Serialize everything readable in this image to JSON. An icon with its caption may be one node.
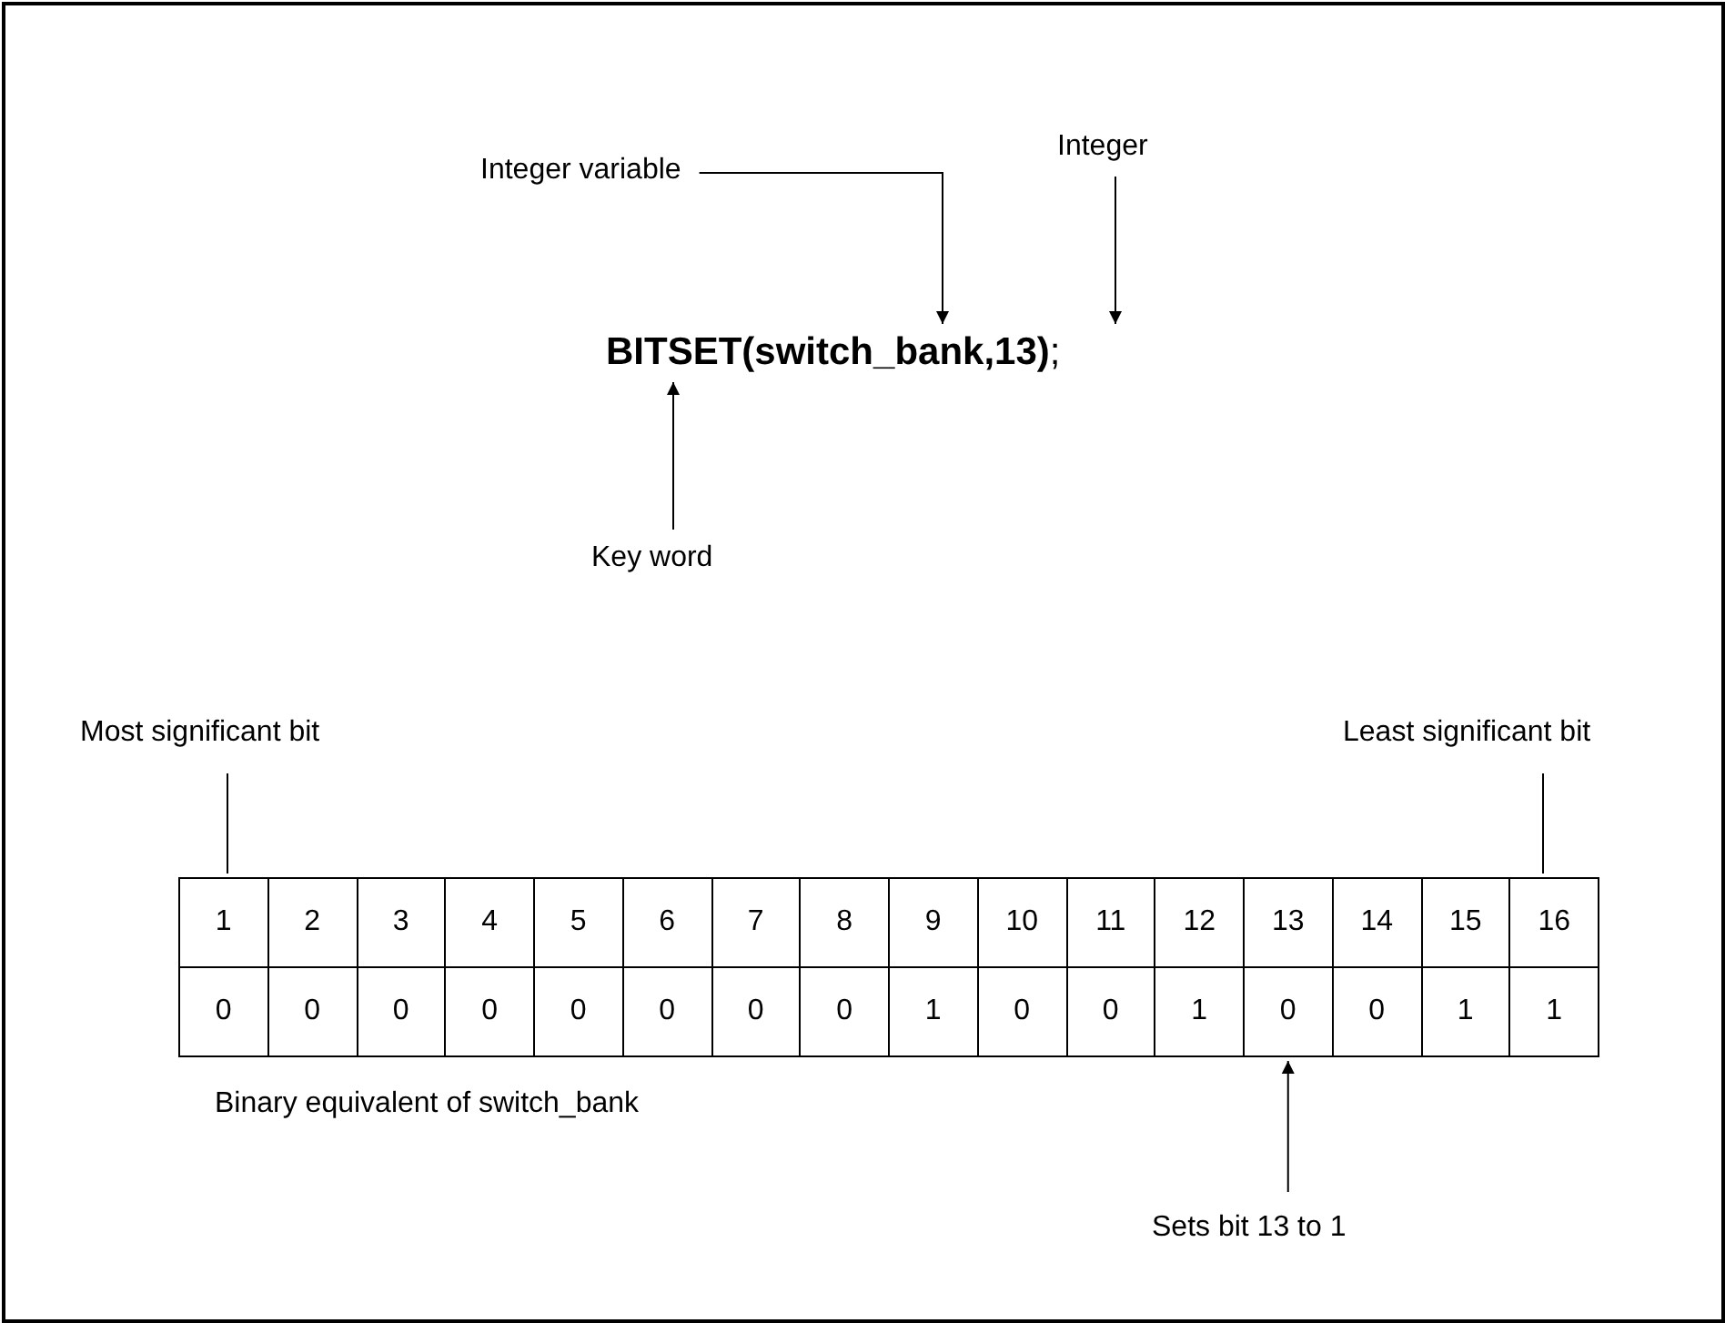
{
  "diagram": {
    "nodes": [
      {
        "text": [
          "Integer variable"
        ]
      },
      {
        "text": [
          "Integer"
        ]
      },
      {
        "text": [
          "**BITSET(switch_bank,13)**;"
        ]
      },
      {
        "text": [
          "Key word"
        ]
      },
      {
        "text": [
          "Most significant bit"
        ]
      },
      {
        "text": [
          "Least significant bit"
        ]
      },
      {
        "text": [
          "1"
        ]
      },
      {
        "text": [
          "2"
        ]
      },
      {
        "text": [
          "3"
        ]
      },
      {
        "text": [
          "4"
        ]
      },
      {
        "text": [
          "5"
        ]
      },
      {
        "text": [
          "6"
        ]
      },
      {
        "text": [
          "7"
        ]
      },
      {
        "text": [
          "8"
        ]
      },
      {
        "text": [
          "9"
        ]
      },
      {
        "text": [
          "10"
        ]
      },
      {
        "text": [
          "11"
        ]
      },
      {
        "text": [
          "12"
        ]
      },
      {
        "text": [
          "13"
        ]
      },
      {
        "text": [
          "14"
        ]
      },
      {
        "text": [
          "15"
        ]
      },
      {
        "text": [
          "16"
        ]
      },
      {
        "text": [
          "0"
        ]
      },
      {
        "text": [
          "0"
        ]
      },
      {
        "text": [
          "0"
        ]
      },
      {
        "text": [
          "0"
        ]
      },
      {
        "text": [
          "0"
        ]
      },
      {
        "text": [
          "0"
        ]
      },
      {
        "text": [
          "0"
        ]
      },
      {
        "text": [
          "0"
        ]
      },
      {
        "text": [
          "1"
        ]
      },
      {
        "text": [
          "0"
        ]
      },
      {
        "text": [
          "0"
        ]
      },
      {
        "text": [
          "1"
        ]
      },
      {
        "text": [
          "0"
        ]
      },
      {
        "text": [
          "0"
        ]
      },
      {
        "text": [
          "1"
        ]
      },
      {
        "text": [
          "1"
        ]
      },
      {
        "text": [
          "Sets bit 13 to 1"
        ]
      }
    ],
    "edges": [
      {
        "from": 0,
        "to": 2,
        "arrow": "to"
      },
      {
        "from": 1,
        "to": 2,
        "arrow": "to"
      },
      {
        "from": 3,
        "to": 2,
        "arrow": "to"
      },
      {
        "from": 4,
        "to": 6,
        "arrow": "none"
      },
      {
        "from": 5,
        "to": 21,
        "arrow": "none"
      },
      {
        "from": 38,
        "to": 34,
        "arrow": "to"
      }
    ],
    "labels": [
      "Binary equivalent of switch_bank"
    ]
  }
}
